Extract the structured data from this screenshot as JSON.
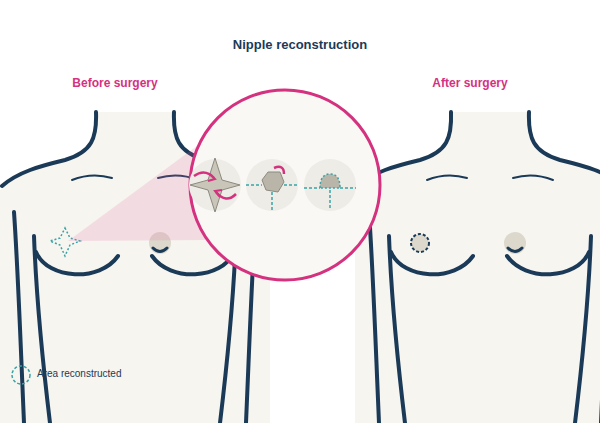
{
  "diagram": {
    "title": "Nipple reconstruction",
    "labels": [
      "Before surgery",
      "After surgery"
    ],
    "legend": [
      {
        "text": "Area reconstructed"
      }
    ]
  }
}
